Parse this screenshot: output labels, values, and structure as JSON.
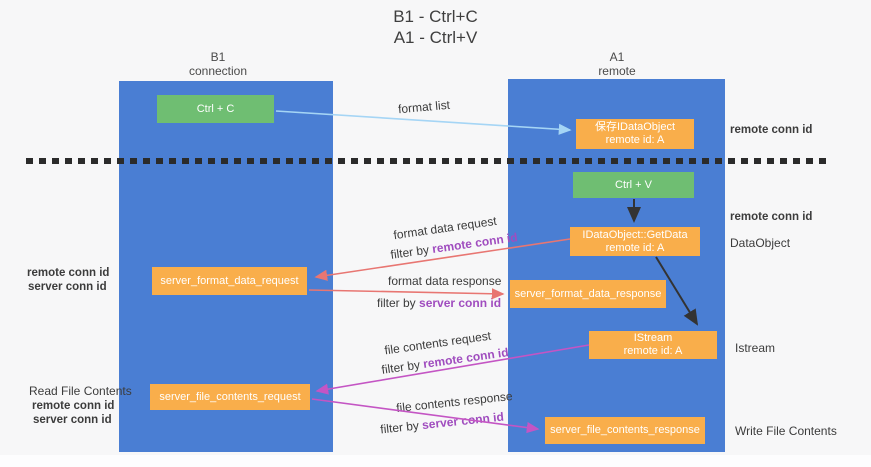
{
  "title": {
    "line1": "B1 - Ctrl+C",
    "line2": "A1 - Ctrl+V"
  },
  "lifelines": {
    "left": {
      "name": "B1",
      "role": "connection"
    },
    "right": {
      "name": "A1",
      "role": "remote"
    }
  },
  "nodes": {
    "ctrl_c": {
      "label": "Ctrl + C"
    },
    "save_idataobject": {
      "line1": "保存IDataObject",
      "line2": "remote id: A"
    },
    "ctrl_v": {
      "label": "Ctrl + V"
    },
    "getdata": {
      "line1": "IDataObject::GetData",
      "line2": "remote id: A"
    },
    "server_format_data_request": {
      "label": "server_format_data_request"
    },
    "server_format_data_response": {
      "label": "server_format_data_response"
    },
    "istream": {
      "line1": "IStream",
      "line2": "remote id: A"
    },
    "server_file_contents_request": {
      "label": "server_file_contents_request"
    },
    "server_file_contents_response": {
      "label": "server_file_contents_response"
    }
  },
  "edge_labels": {
    "format_list": "format list",
    "format_data_request": "format data request",
    "format_data_response": "format data response",
    "file_contents_request": "file contents request",
    "file_contents_response": "file contents response",
    "filter_by": "filter by ",
    "remote_conn_id": "remote conn id",
    "server_conn_id": "server conn id"
  },
  "annotations": {
    "right": {
      "remote_conn_id_top": "remote conn id",
      "remote_conn_id_mid": "remote conn id",
      "dataobject": "DataObject",
      "istream": "Istream",
      "write_file_contents": "Write File Contents"
    },
    "left": {
      "remote_conn_id_mid": "remote conn id",
      "server_conn_id_mid": "server conn id",
      "read_file_contents": "Read File Contents",
      "remote_conn_id_bottom": "remote conn id",
      "server_conn_id_bottom": "server conn id"
    }
  },
  "colors": {
    "lifeline_blue": "#4a7ed3",
    "action_green": "#6fbe72",
    "message_orange": "#f9ae4b",
    "remote_conn_purple": "#a04dbf",
    "server_conn_green": "#58ab5c",
    "arrow_light_blue": "#a5d5f5",
    "arrow_salmon": "#e87672",
    "arrow_magenta": "#c455c4",
    "arrow_black": "#333333",
    "divider_black": "#2b2b2b"
  }
}
